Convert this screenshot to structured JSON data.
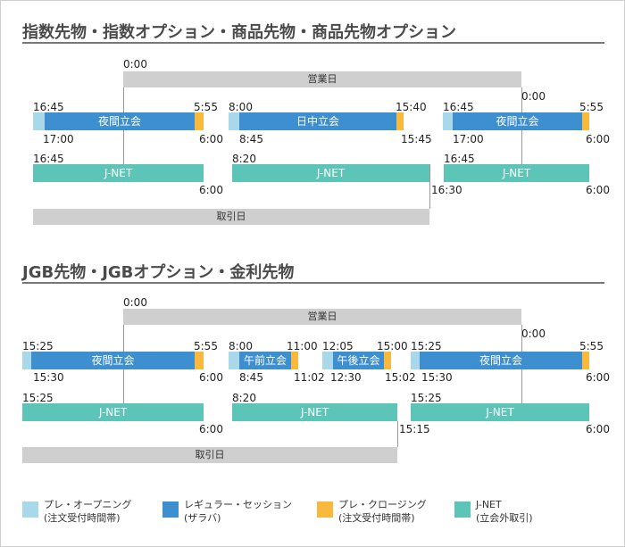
{
  "section1": {
    "title": "指数先物・指数オプション・商品先物・商品先物オプション",
    "business_day_label": "営業日",
    "trading_day_label": "取引日",
    "sessions": [
      {
        "name": "夜間立会",
        "pre_start": "16:45",
        "reg_start": "17:00",
        "post_start": "5:55",
        "end": "6:00"
      },
      {
        "name": "日中立会",
        "pre_start": "8:00",
        "reg_start": "8:45",
        "post_start": "15:40",
        "end": "15:45"
      },
      {
        "name": "夜間立会",
        "pre_start": "16:45",
        "reg_start": "17:00",
        "post_start": "5:55",
        "end": "6:00"
      }
    ],
    "jnet": [
      {
        "label": "J-NET",
        "start": "16:45",
        "end": "6:00"
      },
      {
        "label": "J-NET",
        "start": "8:20",
        "end": "16:30"
      },
      {
        "label": "J-NET",
        "start": "16:45",
        "end": "6:00"
      }
    ],
    "time_zero_left": "0:00",
    "time_zero_right": "0:00"
  },
  "section2": {
    "title": "JGB先物・JGBオプション・金利先物",
    "business_day_label": "営業日",
    "trading_day_label": "取引日",
    "sessions": [
      {
        "name": "夜間立会",
        "pre_start": "15:25",
        "reg_start": "15:30",
        "post_start": "5:55",
        "end": "6:00"
      },
      {
        "name": "午前立会",
        "pre_start": "8:00",
        "reg_start": "8:45",
        "post_start": "11:00",
        "end": "11:02"
      },
      {
        "name": "午後立会",
        "pre_start": "12:05",
        "reg_start": "12:30",
        "post_start": "15:00",
        "end": "15:02"
      },
      {
        "name": "夜間立会",
        "pre_start": "15:25",
        "reg_start": "15:30",
        "post_start": "5:55",
        "end": "6:00"
      }
    ],
    "jnet": [
      {
        "label": "J-NET",
        "start": "15:25",
        "end": "6:00"
      },
      {
        "label": "J-NET",
        "start": "8:20",
        "end": "15:15"
      },
      {
        "label": "J-NET",
        "start": "15:25",
        "end": "6:00"
      }
    ],
    "time_zero_left": "0:00",
    "time_zero_right": "0:00"
  },
  "legend": [
    {
      "line1": "プレ・オープニング",
      "line2": "(注文受付時間帯)",
      "color": "#a8d8ea"
    },
    {
      "line1": "レギュラー・セッション",
      "line2": "(ザラバ)",
      "color": "#3e8fd0"
    },
    {
      "line1": "プレ・クロージング",
      "line2": "(注文受付時間帯)",
      "color": "#f9b93c"
    },
    {
      "line1": "J-NET",
      "line2": "(立会外取引)",
      "color": "#5dc5b8"
    }
  ]
}
